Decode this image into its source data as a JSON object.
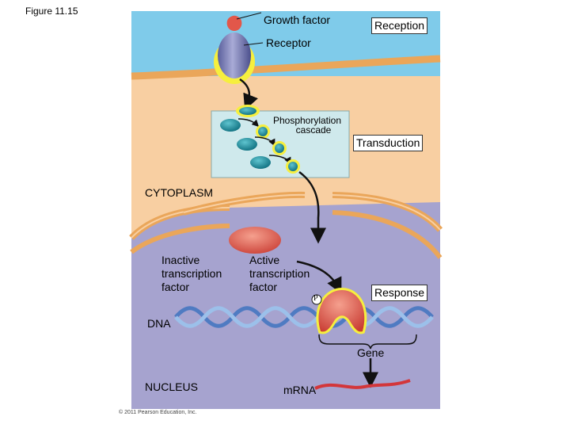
{
  "figure_title": "Figure 11.15",
  "labels": {
    "growth_factor": "Growth factor",
    "receptor": "Receptor",
    "reception": "Reception",
    "phosphorylation_cascade_line1": "Phosphorylation",
    "phosphorylation_cascade_line2": "cascade",
    "transduction": "Transduction",
    "cytoplasm": "CYTOPLASM",
    "inactive_tf": [
      "Inactive",
      "transcription",
      "factor"
    ],
    "active_tf": [
      "Active",
      "transcription",
      "factor"
    ],
    "phosphate": "P",
    "response": "Response",
    "dna": "DNA",
    "gene": "Gene",
    "nucleus": "NUCLEUS",
    "mrna": "mRNA"
  },
  "copyright": "© 2011 Pearson Education, Inc.",
  "colors": {
    "extracellular": "#7fcbea",
    "cytoplasm": "#f8cfa2",
    "membrane": "#eaa65a",
    "nucleus": "#a6a3cf",
    "cascade_box": "#cfe9ec",
    "kinase": "#178a9a",
    "transcription_factor": "#e2574a",
    "highlight": "#f6ef3e"
  }
}
